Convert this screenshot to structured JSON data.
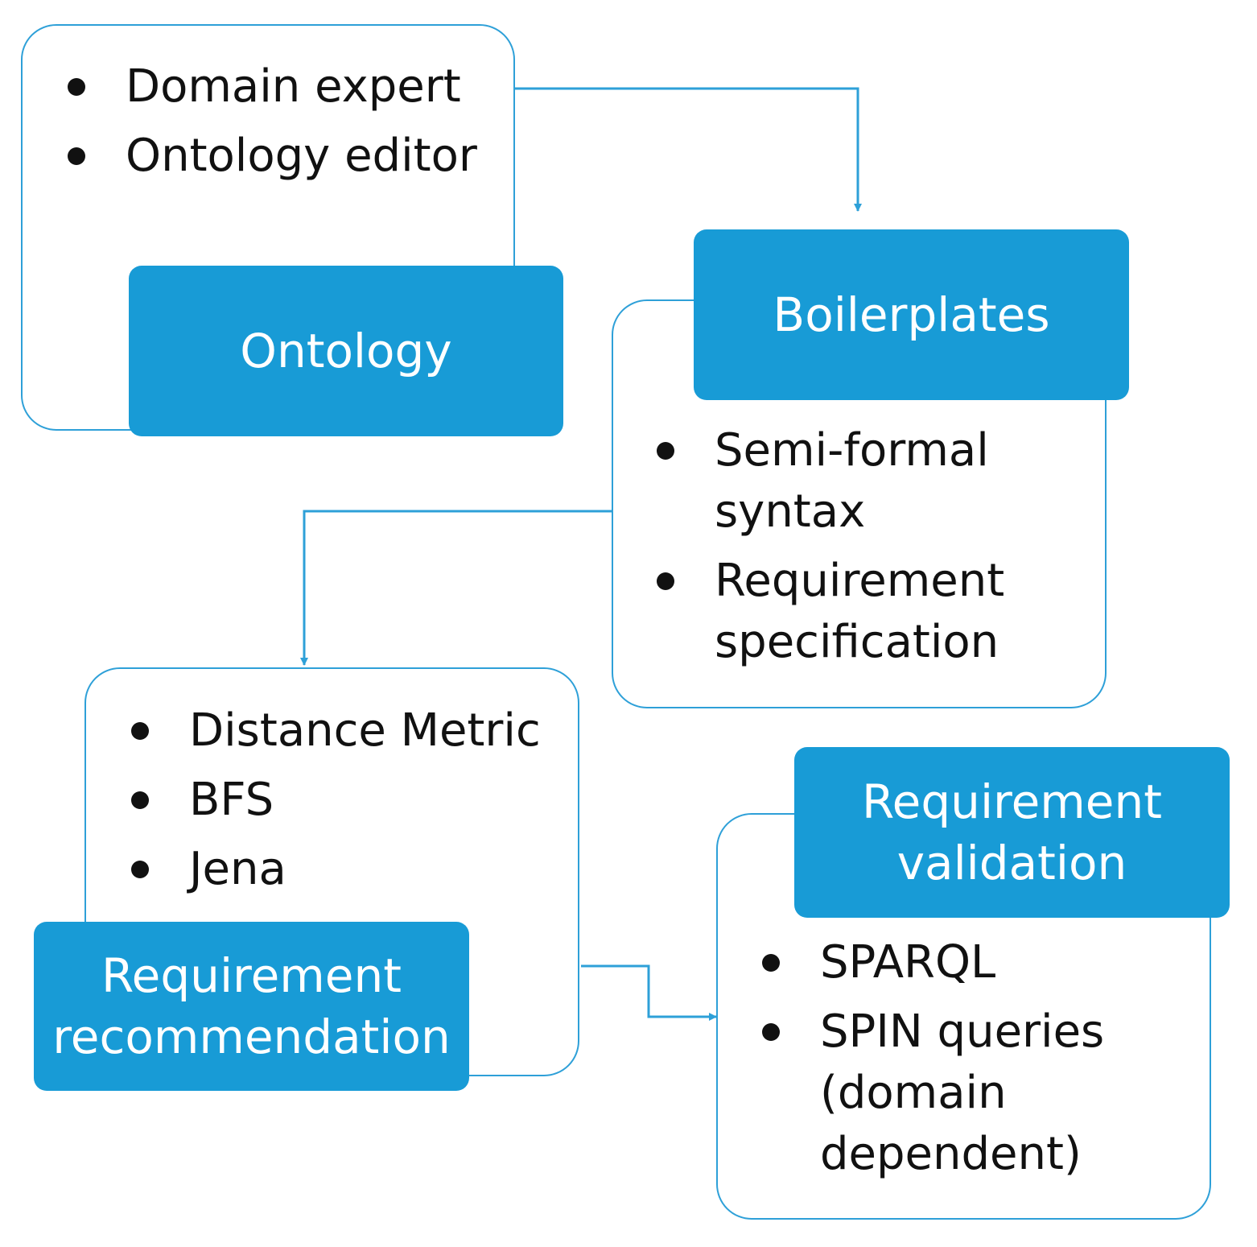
{
  "colors": {
    "accent": "#189bd6",
    "outline": "#2ea0d8",
    "text": "#111111",
    "title_text": "#ffffff"
  },
  "nodes": {
    "ontology": {
      "title": [
        "Ontology"
      ],
      "items": [
        {
          "lines": [
            "Domain expert"
          ]
        },
        {
          "lines": [
            "Ontology editor"
          ]
        }
      ]
    },
    "boilerplates": {
      "title": [
        "Boilerplates"
      ],
      "items": [
        {
          "lines": [
            "Semi-formal",
            "syntax"
          ]
        },
        {
          "lines": [
            "Requirement",
            "specification"
          ]
        }
      ]
    },
    "recommendation": {
      "title": [
        "Requirement",
        "recommendation"
      ],
      "items": [
        {
          "lines": [
            "Distance Metric"
          ]
        },
        {
          "lines": [
            "BFS"
          ]
        },
        {
          "lines": [
            "Jena"
          ]
        }
      ]
    },
    "validation": {
      "title": [
        "Requirement",
        "validation"
      ],
      "items": [
        {
          "lines": [
            "SPARQL"
          ]
        },
        {
          "lines": [
            "SPIN queries",
            "(domain",
            "dependent)"
          ]
        }
      ]
    }
  },
  "edges": [
    {
      "from": "ontology",
      "to": "boilerplates"
    },
    {
      "from": "boilerplates",
      "to": "recommendation"
    },
    {
      "from": "recommendation",
      "to": "validation"
    }
  ]
}
